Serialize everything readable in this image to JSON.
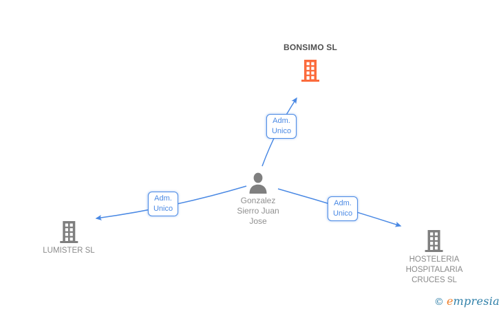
{
  "colors": {
    "edge_blue": "#4a89e4",
    "highlight_orange": "#fb6b3c",
    "node_gray": "#7f7f7f",
    "company_label_gray": "#8a8a8a",
    "highlight_label_dark": "#4f4f4f",
    "person_label_gray": "#8f8f8f",
    "brand_blue": "#2e7fa8",
    "brand_orange": "#ef7f2a"
  },
  "icons": {
    "bonsimo": "building-icon",
    "lumister": "building-icon",
    "hosteleria": "building-icon",
    "person": "person-icon"
  },
  "nodes": {
    "bonsimo": {
      "label": "BONSIMO SL"
    },
    "person": {
      "line1": "Gonzalez",
      "line2": "Sierro Juan",
      "line3": "Jose"
    },
    "lumister": {
      "label": "LUMISTER SL"
    },
    "hosteleria": {
      "line1": "HOSTELERIA",
      "line2": "HOSPITALARIA",
      "line3": "CRUCES SL"
    }
  },
  "edges": {
    "person_to_bonsimo": {
      "label_line1": "Adm.",
      "label_line2": "Unico"
    },
    "person_to_lumister": {
      "label_line1": "Adm.",
      "label_line2": "Unico"
    },
    "person_to_hosteleria": {
      "label_line1": "Adm.",
      "label_line2": "Unico"
    }
  },
  "watermark": {
    "copyright_symbol": "©",
    "brand_initial": "e",
    "brand_rest": "mpresia"
  }
}
